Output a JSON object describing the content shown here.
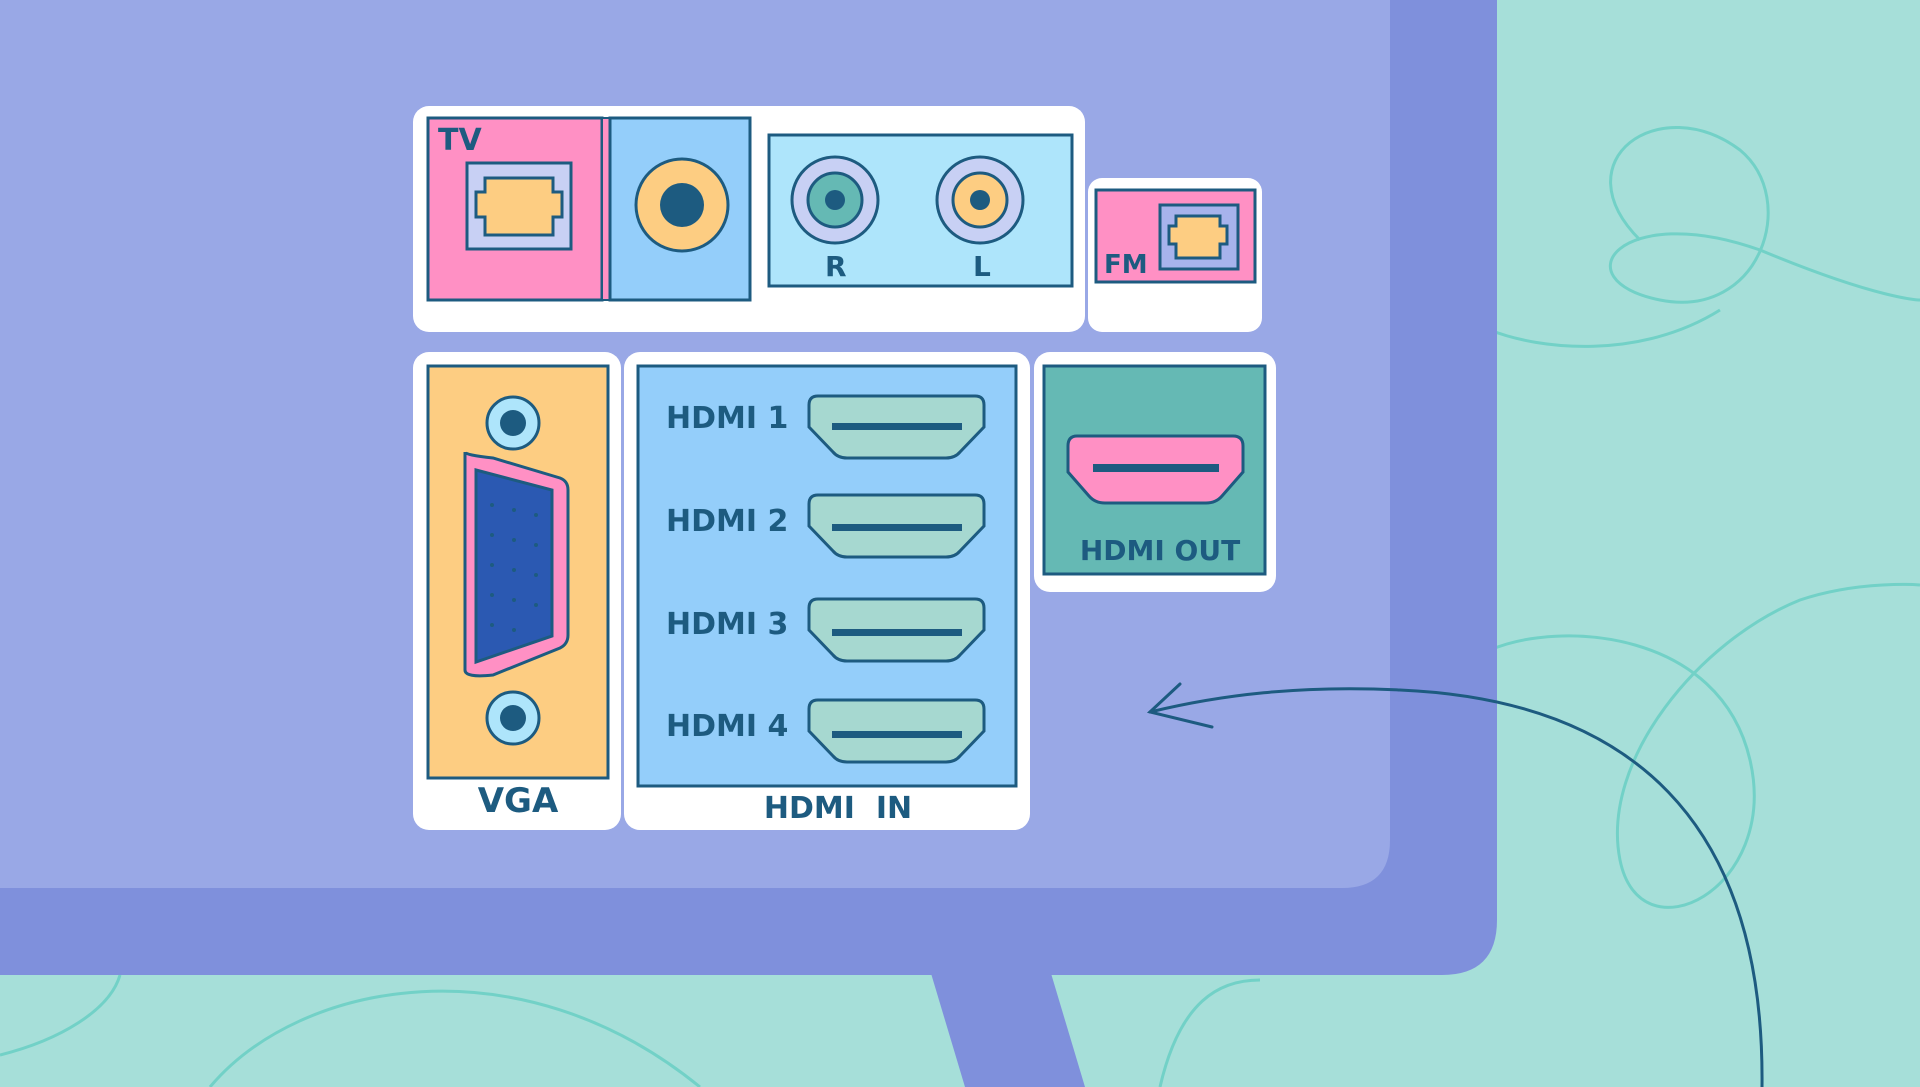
{
  "colors": {
    "background": "#a6dfd9",
    "tv_screen": "#99a8e6",
    "tv_frame": "#7f90dc",
    "stroke": "#1d5b80",
    "pink": "#ff90c4",
    "light_blue": "#94cefa",
    "pale_blue": "#aee5fb",
    "orange": "#fdcd82",
    "teal": "#65b9b4",
    "mint": "#a6d8d0",
    "vga_blue": "#2b59b2"
  },
  "ports": {
    "tv_label": "TV",
    "audio_r_label": "R",
    "audio_l_label": "L",
    "fm_label": "FM",
    "vga_label": "VGA",
    "hdmi_in_items": [
      {
        "label": "HDMI 1"
      },
      {
        "label": "HDMI 2"
      },
      {
        "label": "HDMI 3"
      },
      {
        "label": "HDMI 4"
      }
    ],
    "hdmi_in_label": "HDMI  IN",
    "hdmi_out_label": "HDMI OUT"
  },
  "icons": {
    "coax": "coaxial-jack-icon",
    "rca": "rca-jack-icon",
    "hdmi": "hdmi-port-icon",
    "vga": "vga-port-icon",
    "arrow": "curved-arrow-icon"
  }
}
